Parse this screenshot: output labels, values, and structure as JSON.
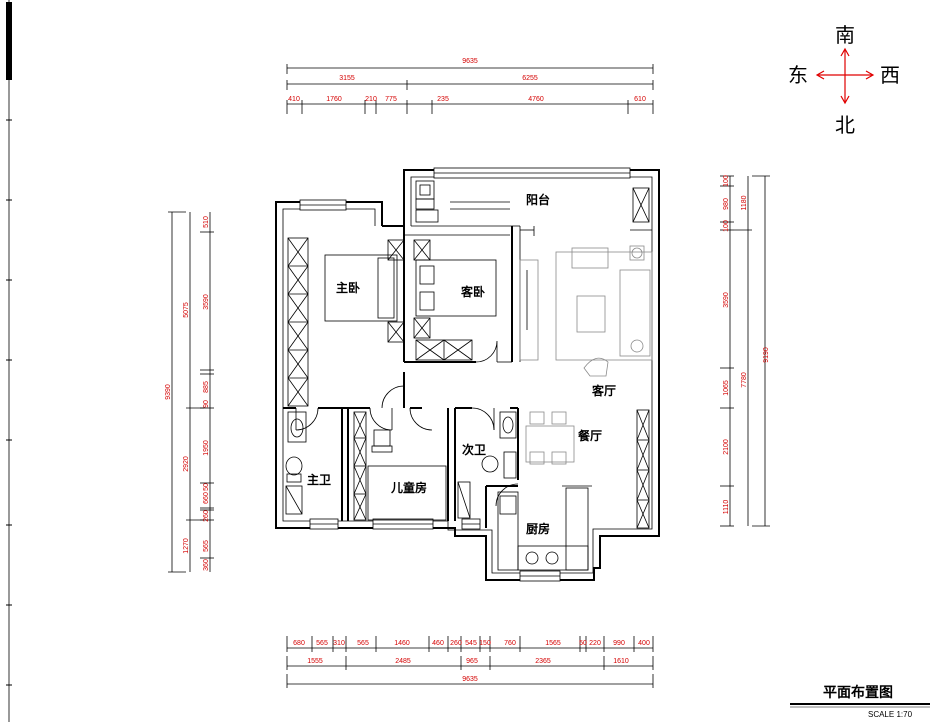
{
  "plan": {
    "title": "平面布置图",
    "scale": "SCALE  1:70",
    "compass": {
      "south": "南",
      "north": "北",
      "east": "东",
      "west": "西",
      "arrow_color": "#e00000"
    },
    "rooms": {
      "balcony": "阳台",
      "master_bedroom": "主卧",
      "guest_bedroom": "客卧",
      "living_room": "客厅",
      "dining_room": "餐厅",
      "secondary_bath": "次卫",
      "master_bath": "主卫",
      "kids_room": "儿童房",
      "kitchen": "厨房"
    },
    "dim_color": "#d40000",
    "dims": {
      "top_total": "9635",
      "top_mid": [
        "3155",
        "6255"
      ],
      "top_small": [
        "410",
        "1760",
        "210",
        "775",
        "235",
        "4760",
        "610"
      ],
      "bottom_small": [
        "680",
        "565",
        "310",
        "565",
        "1460",
        "460",
        "260",
        "545",
        "150",
        "760",
        "1565",
        "50",
        "220",
        "990",
        "400"
      ],
      "bottom_mid": [
        "1555",
        "2485",
        "965",
        "2365",
        "1610"
      ],
      "bottom_total": "9635",
      "left_total": "9390",
      "left_mid": [
        "5075",
        "2920",
        "1270"
      ],
      "left_small": [
        "510",
        "3590",
        "90",
        "885",
        "1950",
        "660",
        "50",
        "260",
        "565",
        "360"
      ],
      "right_total": "9190",
      "right_mid": [
        "1180",
        "7780"
      ],
      "right_small": [
        "100",
        "980",
        "100",
        "3590",
        "1065",
        "2100",
        "1110"
      ]
    }
  }
}
